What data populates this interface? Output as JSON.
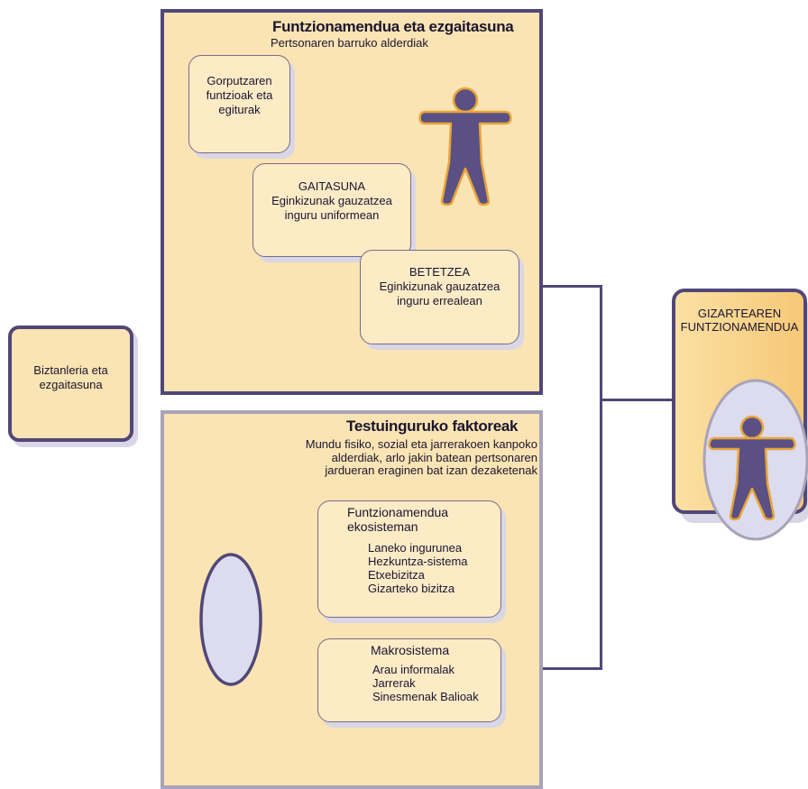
{
  "functioning": {
    "title": "Funtzionamendua eta ezgaitasuna",
    "subtitle": "Pertsonaren barruko alderdiak",
    "body": {
      "line1": "Gorputzaren",
      "line2": "funtzioak eta",
      "line3": "egiturak"
    },
    "capacity": {
      "title": "GAITASUNA",
      "line1": "Eginkizunak gauzatzea",
      "line2": "inguru uniformean"
    },
    "performance": {
      "title": "BETETZEA",
      "line1": "Eginkizunak gauzatzea",
      "line2": "inguru errealean"
    }
  },
  "population": {
    "line1": "Biztanleria eta",
    "line2": "ezgaitasuna"
  },
  "context": {
    "title": "Testuinguruko faktoreak",
    "desc1": "Mundu fisiko, sozial eta  jarrerakoen kanpoko",
    "desc2": "alderdiak, arlo jakin batean pertsonaren",
    "desc3": "jardueran  eraginen bat izan dezaketenak",
    "ecosystem": {
      "title1": "Funtzionamendua",
      "title2": "ekosisteman",
      "items": [
        "Laneko ingurunea",
        "Hezkuntza-sistema",
        "Etxebizitza",
        "Gizarteko bizitza"
      ]
    },
    "macro": {
      "title": "Makrosistema",
      "items": [
        "Arau informalak",
        "Jarrerak",
        "Sinesmenak Balioak"
      ]
    }
  },
  "social": {
    "line1": "GIZARTEAREN",
    "line2": "FUNTZIONAMENDUA"
  },
  "colors": {
    "panel": "#fbe4b3",
    "panel_border": "#514778",
    "card": "#fdebc6",
    "figure": "#5b5084",
    "figure_outline": "#e8a53a",
    "oval": "#dcdcee"
  },
  "icons": [
    "person-figure-icon"
  ]
}
